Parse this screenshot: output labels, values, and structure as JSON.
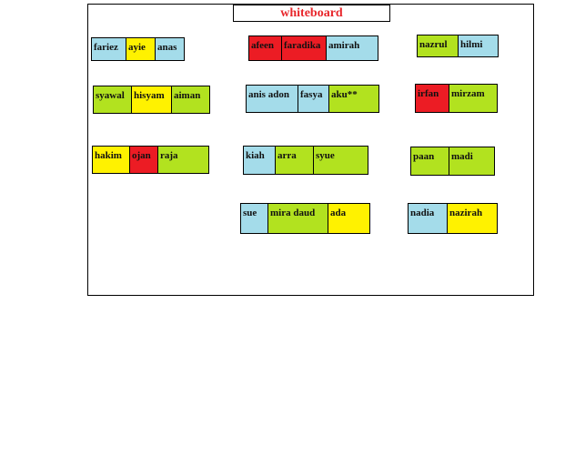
{
  "whiteboard_label": "whiteboard",
  "colors": {
    "blue": "#a4dcea",
    "yellow": "#fff200",
    "green": "#b2e21f",
    "red": "#ec1c24",
    "title": "#e8262b"
  },
  "groups": [
    {
      "members": [
        {
          "name": "fariez",
          "color": "blue"
        },
        {
          "name": "ayie",
          "color": "yellow"
        },
        {
          "name": "anas",
          "color": "blue"
        }
      ]
    },
    {
      "members": [
        {
          "name": "afeen",
          "color": "red"
        },
        {
          "name": "faradika",
          "color": "red"
        },
        {
          "name": "amirah",
          "color": "blue"
        }
      ]
    },
    {
      "members": [
        {
          "name": "nazrul",
          "color": "green"
        },
        {
          "name": "hilmi",
          "color": "blue"
        }
      ]
    },
    {
      "members": [
        {
          "name": "syawal",
          "color": "green"
        },
        {
          "name": "hisyam",
          "color": "yellow"
        },
        {
          "name": "aiman",
          "color": "green"
        }
      ]
    },
    {
      "members": [
        {
          "name": "anis adon",
          "color": "blue"
        },
        {
          "name": "fasya",
          "color": "blue"
        },
        {
          "name": "aku**",
          "color": "green"
        }
      ]
    },
    {
      "members": [
        {
          "name": "irfan",
          "color": "red"
        },
        {
          "name": "mirzam",
          "color": "green"
        }
      ]
    },
    {
      "members": [
        {
          "name": "hakim",
          "color": "yellow"
        },
        {
          "name": "ojan",
          "color": "red"
        },
        {
          "name": "raja",
          "color": "green"
        }
      ]
    },
    {
      "members": [
        {
          "name": "kiah",
          "color": "blue"
        },
        {
          "name": "arra",
          "color": "green"
        },
        {
          "name": "syue",
          "color": "green"
        }
      ]
    },
    {
      "members": [
        {
          "name": "paan",
          "color": "green"
        },
        {
          "name": "madi",
          "color": "green"
        }
      ]
    },
    {
      "members": [
        {
          "name": "sue",
          "color": "blue"
        },
        {
          "name": "mira daud",
          "color": "green"
        },
        {
          "name": "ada",
          "color": "yellow"
        }
      ]
    },
    {
      "members": [
        {
          "name": "nadia",
          "color": "blue"
        },
        {
          "name": "nazirah",
          "color": "yellow"
        }
      ]
    }
  ]
}
